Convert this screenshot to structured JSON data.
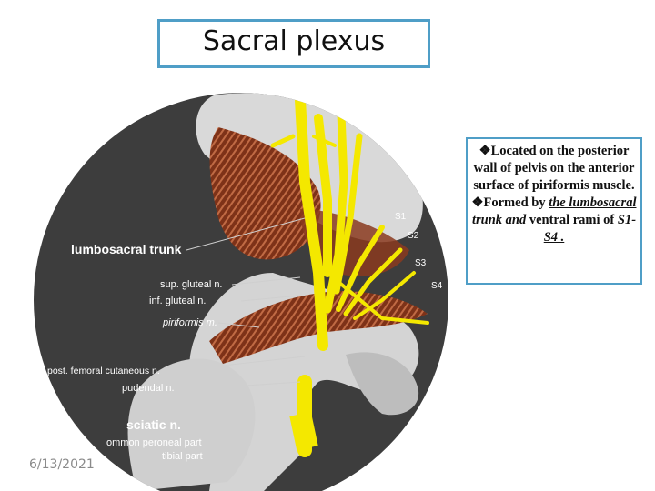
{
  "title": "Sacral plexus",
  "diagram": {
    "labels": {
      "lumbosacral_trunk": "lumbosacral trunk",
      "sup_gluteal": "sup. gluteal n.",
      "inf_gluteal": "inf. gluteal n.",
      "piriformis": "piriformis m.",
      "post_femoral": "post. femoral cutaneous n.",
      "pudendal": "pudendal n.",
      "sciatic": "sciatic n.",
      "common_peroneal": "ommon peroneal part",
      "tibial": "tibial part",
      "s1": "S1",
      "s2": "S2",
      "s3": "S3",
      "s4": "S4"
    }
  },
  "info": {
    "line1": "❖Located on the posterior wall of pelvis on the anterior surface of piriformis muscle.",
    "line2_prefix": "❖Formed by ",
    "line2_underlined": "the lumbosacral trunk and",
    "line2_suffix": " ventral rami of ",
    "line2_range": "S1-S4 ."
  },
  "footer": {
    "date": "6/13/2021"
  },
  "colors": {
    "accent_border": "#4f9ec7",
    "nerve": "#f4e800",
    "muscle": "#8c3a1c",
    "background_disc": "#3c3c3c"
  }
}
